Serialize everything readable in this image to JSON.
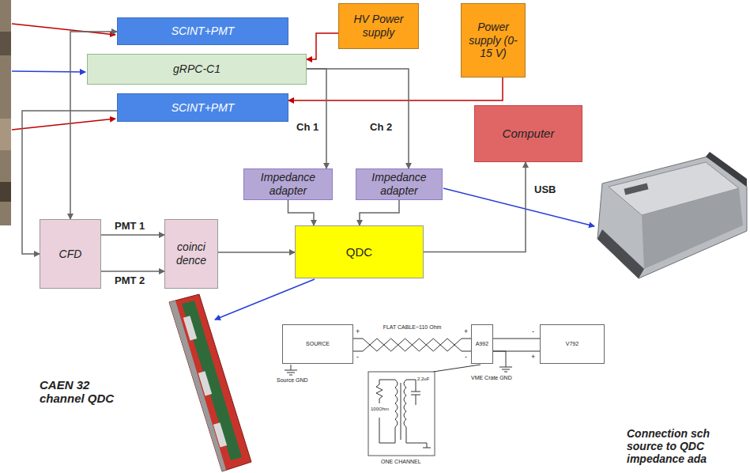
{
  "diagram": {
    "nodes": [
      {
        "text": [
          "SCINT+PMT"
        ]
      },
      {
        "text": [
          "HV Power supply"
        ]
      },
      {
        "text": [
          "Power supply (0-15 V)"
        ]
      },
      {
        "text": [
          "gRPC-C1"
        ]
      },
      {
        "text": [
          "SCINT+PMT"
        ]
      },
      {
        "text": [
          "Computer"
        ]
      },
      {
        "text": [
          "Impedance adapter"
        ]
      },
      {
        "text": [
          "Impedance adapter"
        ]
      },
      {
        "text": [
          "CFD"
        ]
      },
      {
        "text": [
          "coinci dence"
        ]
      },
      {
        "text": [
          "QDC"
        ]
      },
      {
        "text": [
          "SOURCE"
        ]
      },
      {
        "text": [
          "A992"
        ]
      },
      {
        "text": [
          "V792"
        ]
      }
    ],
    "edges": [
      {
        "from": 0,
        "to": 8,
        "arrow": "both"
      },
      {
        "from": 4,
        "to": 8,
        "arrow": "to"
      },
      {
        "from": 1,
        "to": 3,
        "arrow": "to"
      },
      {
        "from": 2,
        "to": 4,
        "arrow": "to"
      },
      {
        "from": 3,
        "to": 6,
        "label": "Ch 1",
        "arrow": "to"
      },
      {
        "from": 3,
        "to": 7,
        "label": "Ch 2",
        "arrow": "to"
      },
      {
        "from": 6,
        "to": 10,
        "arrow": "to"
      },
      {
        "from": 7,
        "to": 10,
        "arrow": "to"
      },
      {
        "from": 8,
        "to": 9,
        "label": "PMT 1",
        "arrow": "to"
      },
      {
        "from": 8,
        "to": 9,
        "label": "PMT 2",
        "arrow": "to"
      },
      {
        "from": 9,
        "to": 10,
        "arrow": "to"
      },
      {
        "from": 10,
        "to": 5,
        "label": "USB",
        "arrow": "to"
      },
      {
        "from": 11,
        "to": 12,
        "label": "FLAT CABLE~110 Ohm",
        "arrow": "none"
      },
      {
        "from": 12,
        "to": 13,
        "arrow": "none"
      }
    ],
    "labels": [
      "CAEN 32 channel QDC",
      "Connection sch source to QDC impedance ada",
      "+",
      "-",
      "+",
      "-",
      "-",
      "+",
      "Source GND",
      "VME Crate GND",
      "100Ohm",
      "2.2uF",
      "ONE CHANNEL"
    ]
  }
}
